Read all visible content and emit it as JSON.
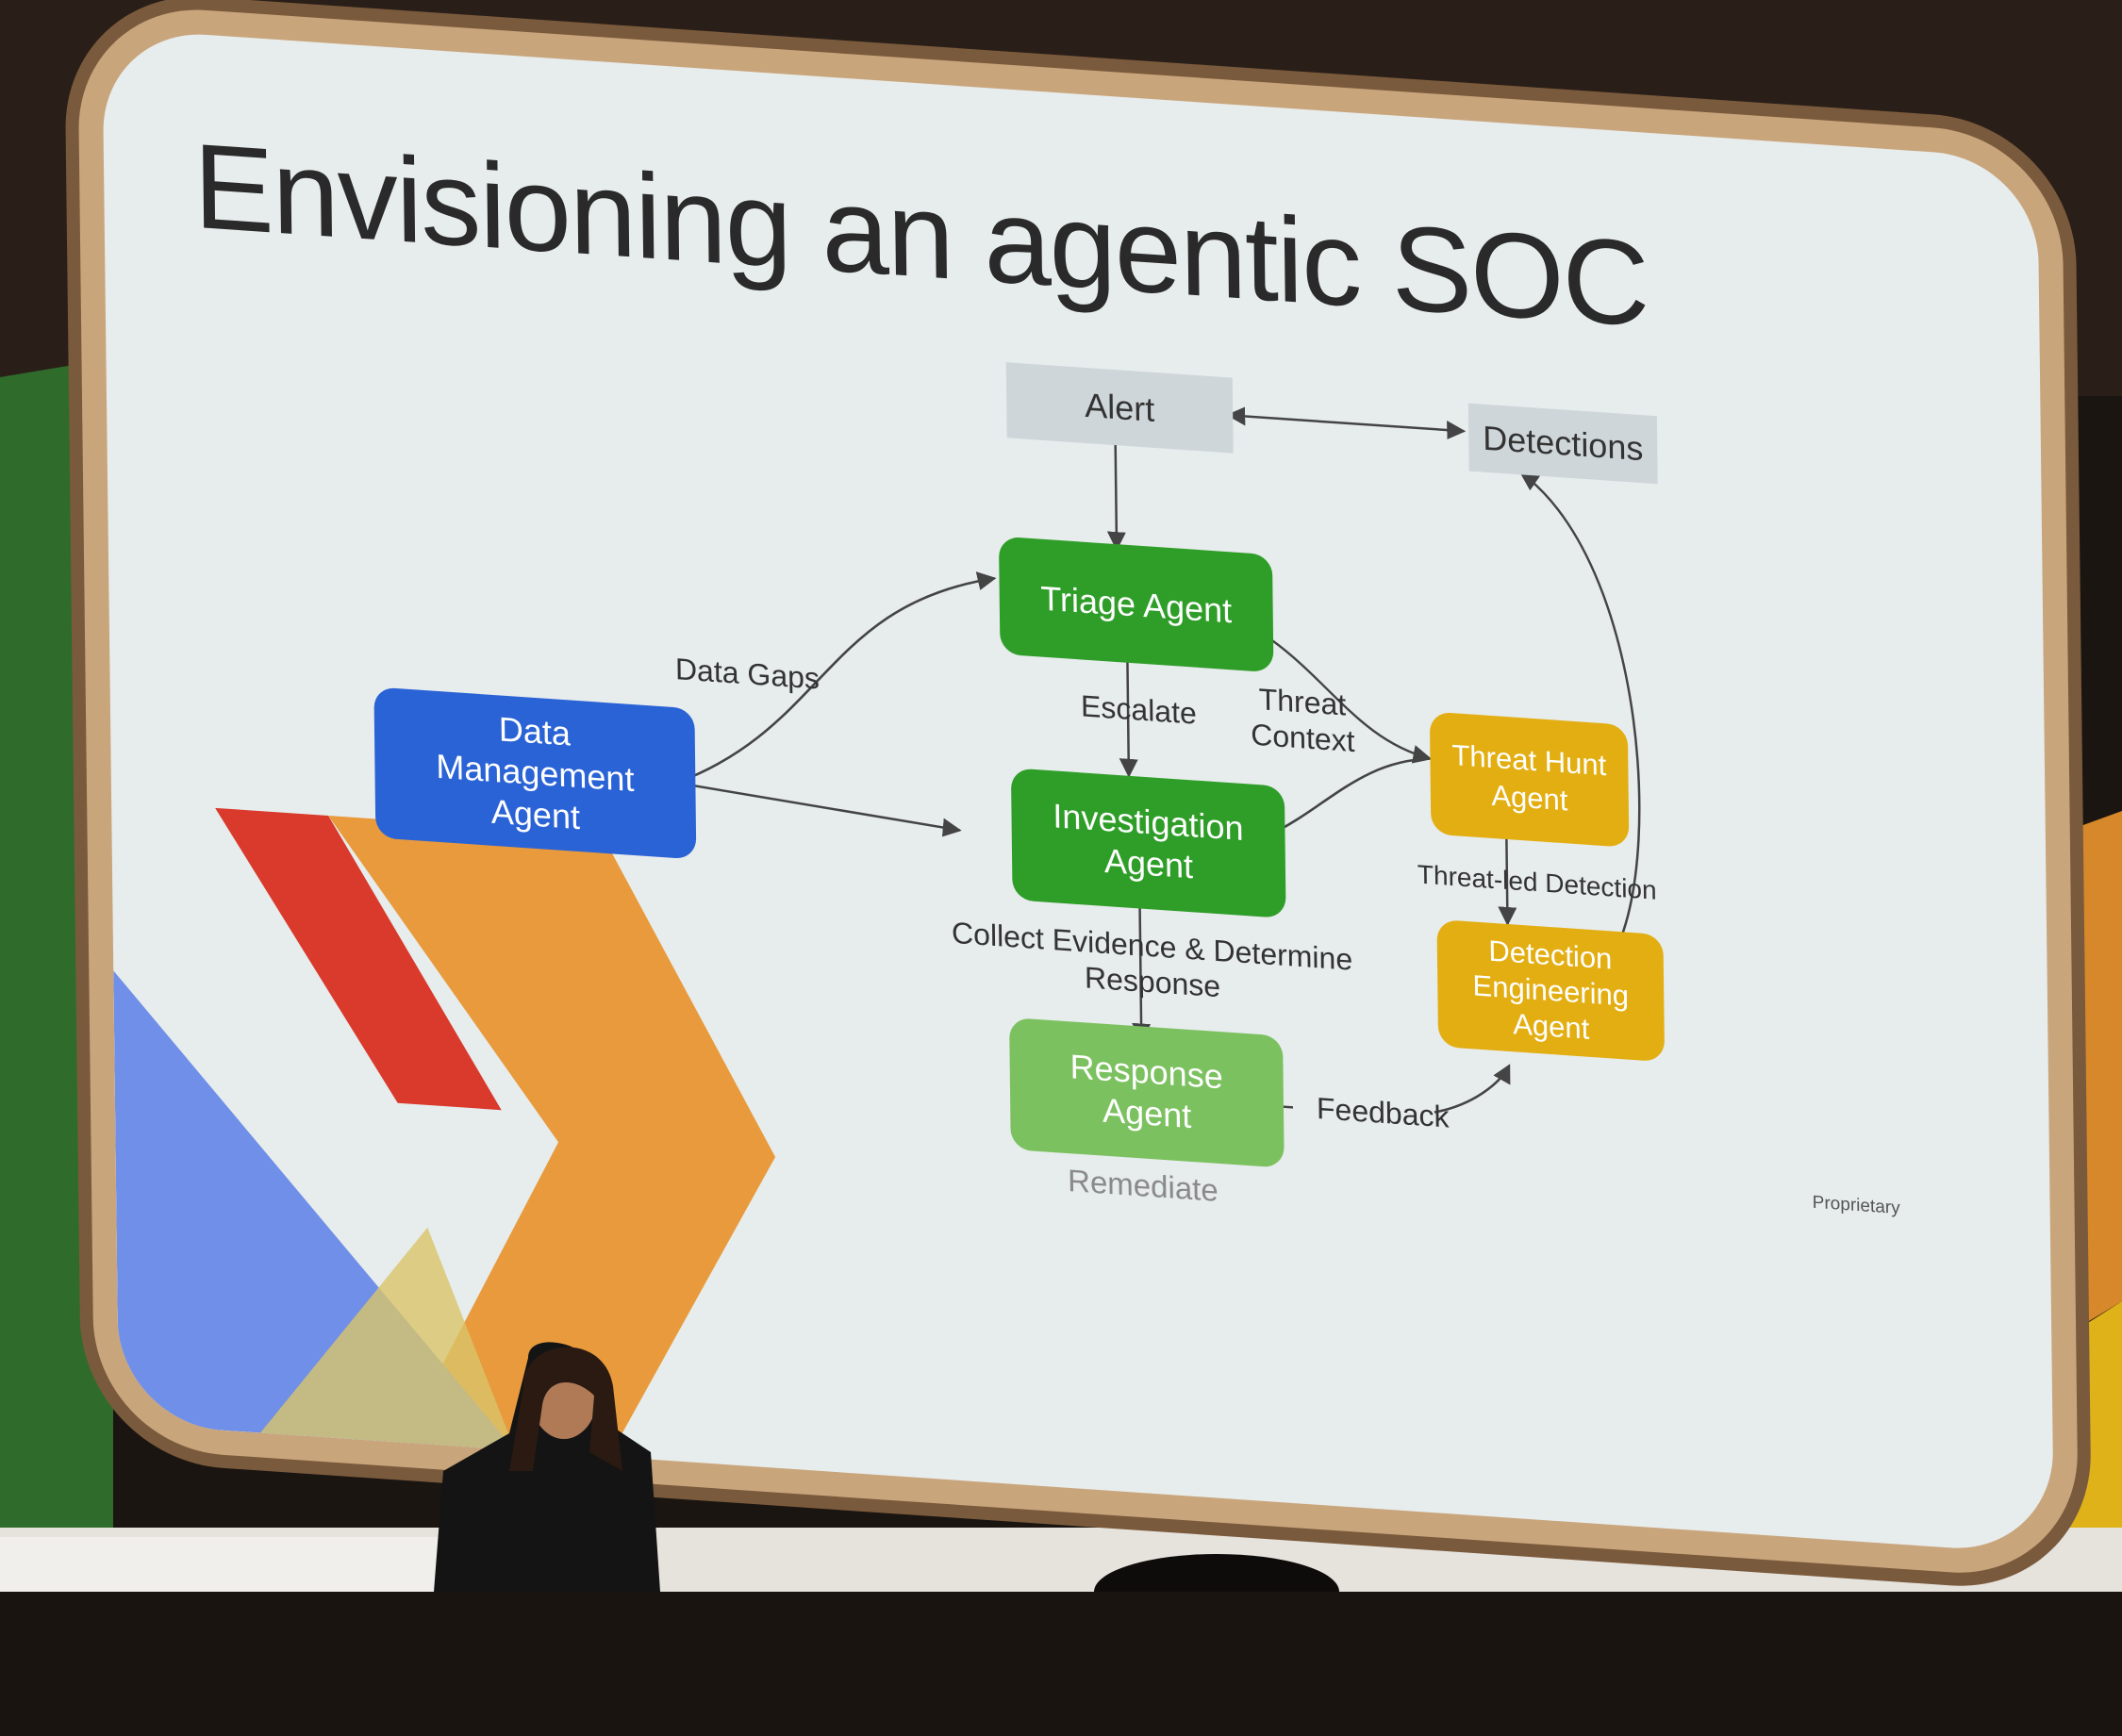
{
  "slide": {
    "title": "Envisioning an agentic SOC",
    "footer": "Proprietary"
  },
  "nodes": {
    "alert": "Alert",
    "detections": "Detections",
    "triage": "Triage Agent",
    "investigation": "Investigation\nAgent",
    "data_management": "Data\nManagement\nAgent",
    "threat_hunt": "Threat Hunt\nAgent",
    "detection_engineering": "Detection\nEngineering\nAgent",
    "response": "Response\nAgent"
  },
  "edge_labels": {
    "data_gaps": "Data Gaps",
    "escalate": "Escalate",
    "threat_context": "Threat\nContext",
    "threat_led_detection": "Threat-led Detection",
    "collect_evidence": "Collect Evidence & Determine\nResponse",
    "feedback": "Feedback",
    "remediate": "Remediate"
  },
  "colors": {
    "agent_green": "#2f9e29",
    "response_green": "#7cc160",
    "data_blue": "#2a63d6",
    "hunt_yellow": "#e3ae12",
    "source_gray": "#cfd6da"
  }
}
